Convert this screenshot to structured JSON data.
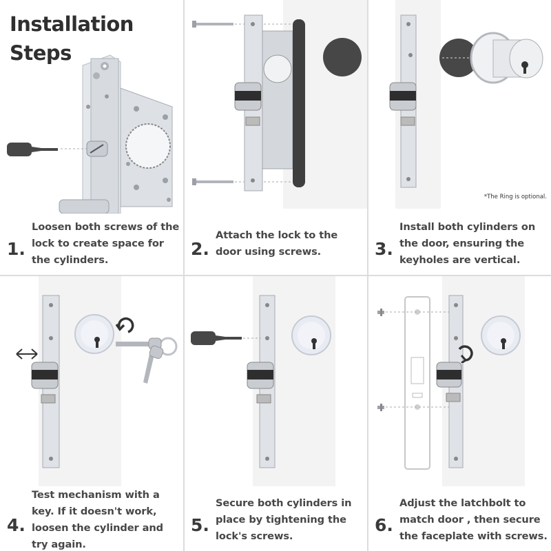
{
  "title": "Installation\nSteps",
  "steps": [
    {
      "number": "1.",
      "text": "Loosen both screws of the lock to create space for the cylinders."
    },
    {
      "number": "2.",
      "text": "Attach the lock to the door using screws."
    },
    {
      "number": "3.",
      "text": "Install both cylinders on the door, ensuring the keyholes are vertical."
    },
    {
      "number": "4.",
      "text": "Test mechanism with a key. If it doesn't work, loosen the cylinder and try again."
    },
    {
      "number": "5.",
      "text": "Secure both cylinders in place by tightening the lock's screws."
    },
    {
      "number": "6.",
      "text": "Adjust the latchbolt to match door , then secure the faceplate with screws."
    }
  ],
  "ring_note": "*The Ring is optional.",
  "colors": {
    "divider": "#dcdcdc",
    "door": "#f3f3f3",
    "metal": "#d9dde2",
    "dark": "#3f3f3f",
    "cylinder": "#e6e9f2"
  },
  "icons": [
    "screwdriver-icon",
    "screw-icon",
    "rotate-icon",
    "double-arrow-icon",
    "key-icon"
  ]
}
